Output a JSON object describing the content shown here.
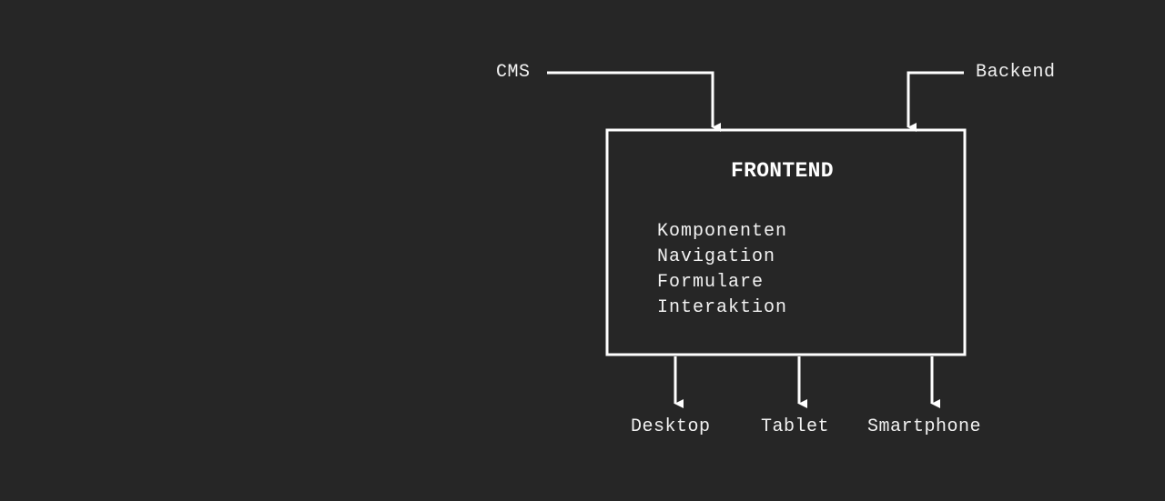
{
  "diagram": {
    "inputs": {
      "cms": "CMS",
      "backend": "Backend"
    },
    "box": {
      "title": "FRONTEND",
      "features": [
        "Komponenten",
        "Navigation",
        "Formulare",
        "Interaktion"
      ]
    },
    "outputs": {
      "desktop": "Desktop",
      "tablet": "Tablet",
      "smartphone": "Smartphone"
    },
    "colors": {
      "background": "#262626",
      "foreground": "#ffffff"
    }
  }
}
